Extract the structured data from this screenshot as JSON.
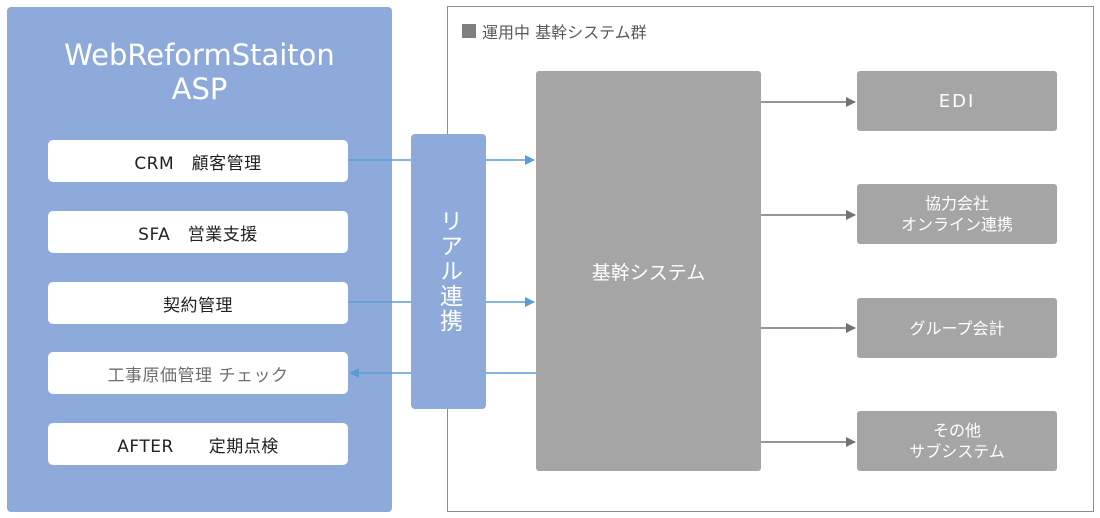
{
  "asp": {
    "title_line1": "WebReformStaiton",
    "title_line2": "ASP",
    "modules": [
      {
        "label": "CRM　顧客管理",
        "dim": false
      },
      {
        "label": "SFA　営業支援",
        "dim": false
      },
      {
        "label": "契約管理",
        "dim": false
      },
      {
        "label": "工事原価管理 チェック",
        "dim": true
      },
      {
        "label": "AFTER　　定期点検",
        "dim": false
      }
    ]
  },
  "link": {
    "label": "リアル連携"
  },
  "group": {
    "label": "運用中 基幹システム群"
  },
  "core": {
    "label": "基幹システム"
  },
  "targets": [
    {
      "lines": [
        "EDI"
      ]
    },
    {
      "lines": [
        "協力会社",
        "オンライン連携"
      ]
    },
    {
      "lines": [
        "グループ会計"
      ]
    },
    {
      "lines": [
        "その他",
        "サブシステム"
      ]
    }
  ],
  "colors": {
    "asp_blue": "#8eaadb",
    "core_gray": "#a5a5a5",
    "blue_arrow": "#5b9bd5",
    "gray_arrow": "#767171"
  }
}
